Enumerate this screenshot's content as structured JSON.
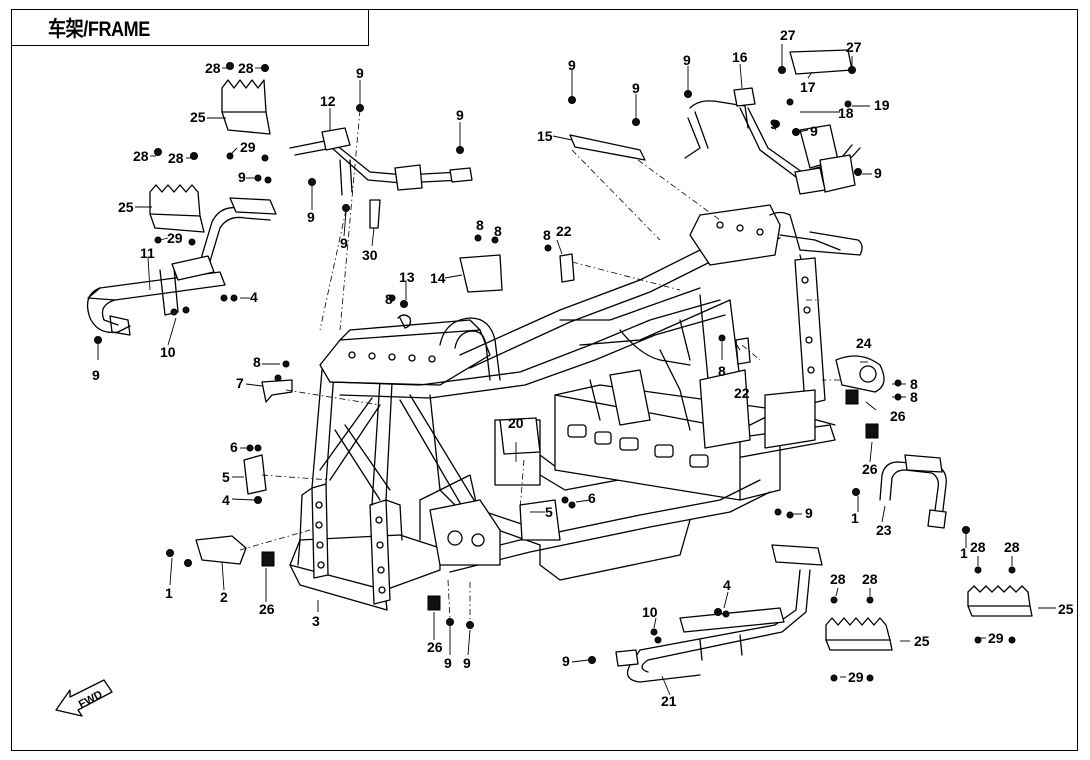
{
  "title": "车架/FRAME",
  "fwd_label": "FWD",
  "callouts": {
    "c1": "1",
    "c2": "1",
    "c3": "1",
    "c4": "2",
    "c5": "3",
    "c6": "4",
    "c7": "4",
    "c8": "4",
    "c9": "5",
    "c10": "5",
    "c11": "6",
    "c12": "6",
    "c13": "7",
    "c14": "8",
    "c15": "8",
    "c16": "8",
    "c17": "8",
    "c18": "8",
    "c19": "8",
    "c20": "8",
    "c21": "9",
    "c22": "9",
    "c23": "9",
    "c24": "9",
    "c25": "9",
    "c26": "9",
    "c27": "9",
    "c28": "9",
    "c29": "9",
    "c30": "9",
    "c31": "9",
    "c32": "9",
    "c33": "9",
    "c34": "9",
    "c35": "9",
    "c36": "9",
    "c37": "10",
    "c38": "10",
    "c39": "11",
    "c40": "12",
    "c41": "13",
    "c42": "14",
    "c43": "15",
    "c44": "16",
    "c45": "17",
    "c46": "18",
    "c47": "19",
    "c48": "20",
    "c49": "21",
    "c50": "22",
    "c51": "22",
    "c52": "23",
    "c53": "24",
    "c54": "25",
    "c55": "25",
    "c56": "25",
    "c57": "25",
    "c58": "26",
    "c59": "26",
    "c60": "26",
    "c61": "26",
    "c62": "27",
    "c63": "27",
    "c64": "28",
    "c65": "28",
    "c66": "28",
    "c67": "28",
    "c68": "28",
    "c69": "28",
    "c70": "28",
    "c71": "28",
    "c72": "29",
    "c73": "29",
    "c74": "29",
    "c75": "29",
    "c76": "30"
  }
}
